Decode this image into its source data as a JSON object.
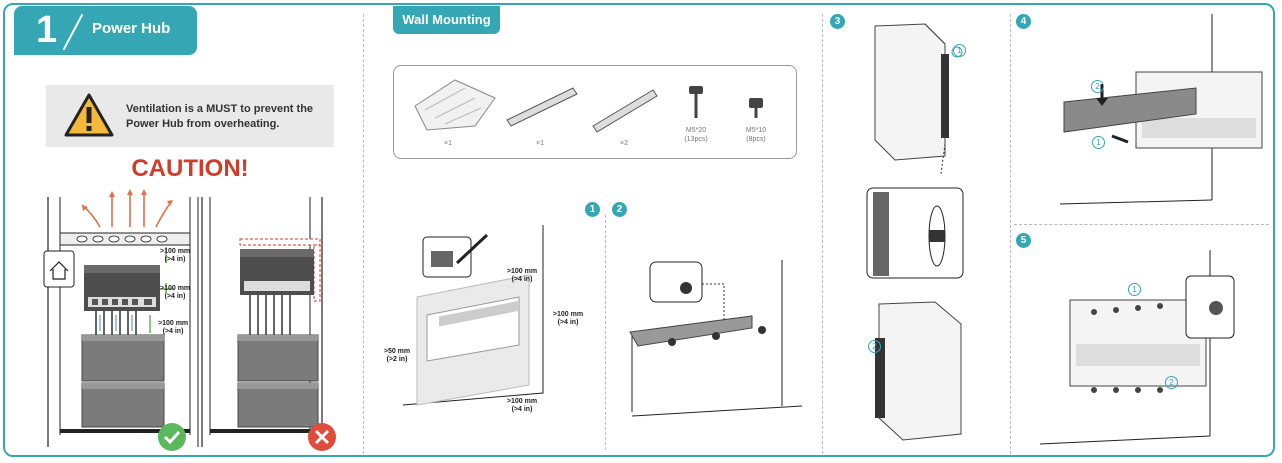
{
  "section1": {
    "number": "1",
    "title": "Power Hub"
  },
  "warning": {
    "text": "Ventilation is a MUST to prevent the Power Hub from overheating.",
    "caution": "CAUTION!"
  },
  "left_dims": {
    "top": ">100 mm\n(>4 in)",
    "middle": ">100 mm\n(>4 in)",
    "bottom": ">100 mm\n(>4 in)"
  },
  "wall_mounting": {
    "title": "Wall Mounting",
    "kit": [
      {
        "qty": "×1"
      },
      {
        "qty": "×1"
      },
      {
        "qty": "×2"
      },
      {
        "name": "M5*20",
        "detail": "(13pcs)"
      },
      {
        "name": "M5*10",
        "detail": "(8pcs)"
      }
    ]
  },
  "steps": {
    "s1": "1",
    "s2": "2",
    "s3": "3",
    "s4": "4",
    "s5": "5"
  },
  "substeps": {
    "a": "1",
    "b": "2"
  },
  "clearances": {
    "top": ">100 mm\n(>4 in)",
    "right": ">100 mm\n(>4 in)",
    "left": ">50 mm\n(>2 in)",
    "bottom": ">100 mm\n(>4 in)"
  },
  "colors": {
    "accent": "#35a7b4",
    "caution": "#d23c2b",
    "ok": "#5cb85c",
    "bad": "#e04c3c",
    "arrow": "#e0704a",
    "airflow_green": "#5bb04b",
    "airflow_blue": "#3b8fd0"
  }
}
